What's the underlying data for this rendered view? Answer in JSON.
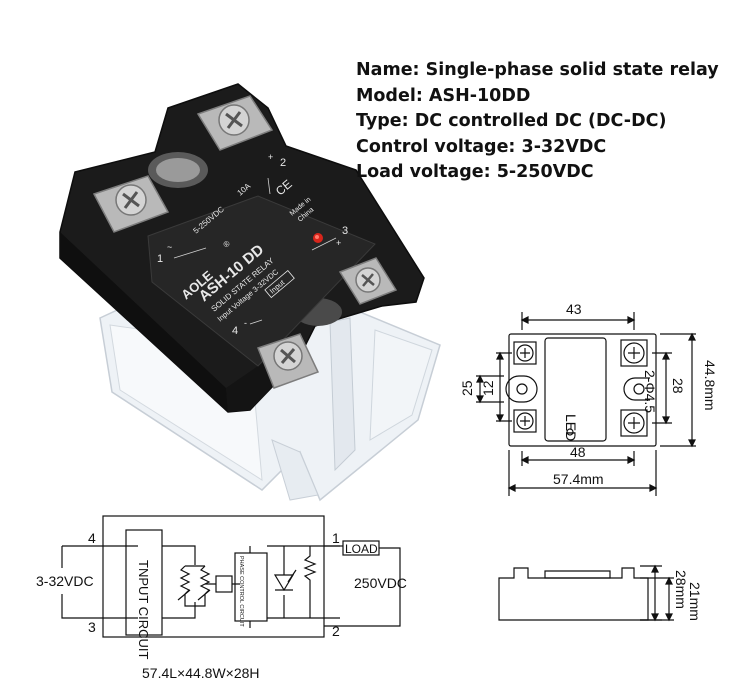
{
  "specs": {
    "name": "Name: Single-phase solid state relay",
    "model": "Model: ASH-10DD",
    "type": "Type: DC controlled DC (DC-DC)",
    "control_voltage": "Control voltage: 3-32VDC",
    "load_voltage": "Load voltage: 5-250VDC"
  },
  "relay": {
    "brand": "AOLE",
    "registered": "®",
    "model": "ASH-10 DD",
    "subtitle": "SOLID STATE RELAY",
    "input_voltage": "Input Voltage 3-32VDC",
    "input_tag": "Input",
    "load_rating": "5-250VDC",
    "current": "10A",
    "made_in_1": "Made in",
    "made_in_2": "China",
    "ce": "CE",
    "term1": "1",
    "term2": "2",
    "term3": "3",
    "term4": "4",
    "term1_sign": "~",
    "term2_sign": "+",
    "term3_sign": "+",
    "term4_sign": "-",
    "colors": {
      "housing": "#1b1b1b",
      "label": "#2a2a2a",
      "terminal": "#b9b9b9",
      "led": "#d8251b"
    }
  },
  "dimensions": {
    "width_top": "43",
    "width_inner": "48",
    "width_total": "57.4mm",
    "left_outer": "25",
    "left_inner": "12",
    "right_inner": "28",
    "right_outer": "44.8mm",
    "holes": "2-Φ4.5",
    "led": "LED",
    "height_total": "28mm",
    "height_body": "21mm"
  },
  "circuit": {
    "pin4": "4",
    "pin3": "3",
    "pin1": "1",
    "pin2": "2",
    "input_voltage": "3-32VDC",
    "input_block": "TNPUT CIRCUIT",
    "control_block": "PHASE CONTROL CIRCUIT",
    "load": "LOAD",
    "load_voltage": "250VDC"
  },
  "footer": {
    "dimensions": "57.4L×44.8W×28H"
  }
}
